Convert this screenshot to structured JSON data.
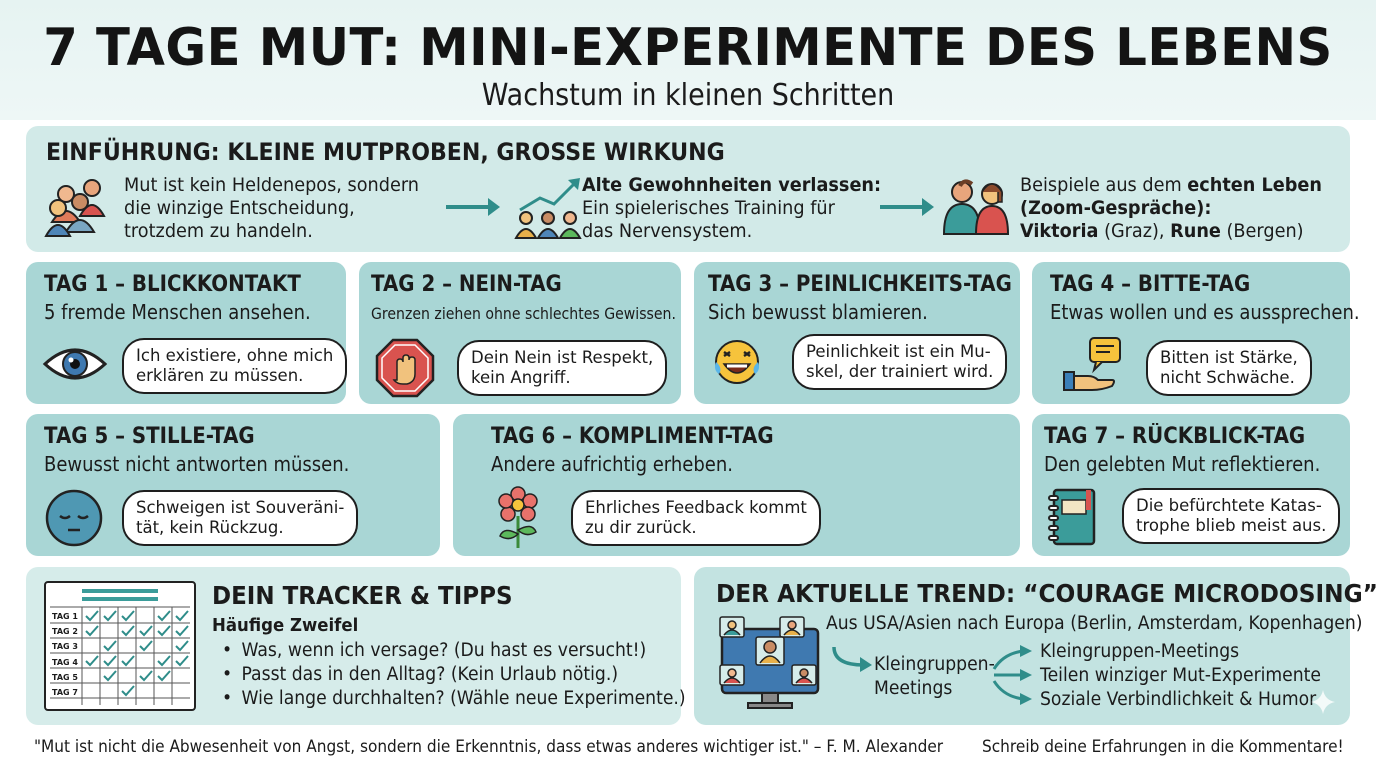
{
  "header": {
    "title": "7 TAGE MUT: MINI-EXPERIMENTE DES LEBENS",
    "subtitle": "Wachstum in kleinen Schritten"
  },
  "intro": {
    "title": "EINFÜHRUNG: KLEINE MUTPROBEN, GROSSE WIRKUNG",
    "col1": [
      "Mut ist kein Heldenepos, sondern",
      "die winzige Entscheidung,",
      "trotzdem zu handeln."
    ],
    "col2_bold": "Alte Gewohnheiten verlassen:",
    "col2": [
      "Ein spielerisches Training für",
      "das Nervensystem."
    ],
    "col3_pre": "Beispiele aus dem ",
    "col3_bold1": "echten Leben",
    "col3_bold2": "(Zoom-Gespräche):",
    "col3_name1": "Viktoria",
    "col3_place1": " (Graz), ",
    "col3_name2": "Rune",
    "col3_place2": " (Bergen)"
  },
  "days": [
    {
      "title": "TAG 1 – BLICKKONTAKT",
      "subtitle": "5 fremde Menschen ansehen.",
      "bubble": [
        "Ich existiere, ohne mich",
        "erklären zu müssen."
      ],
      "icon": "eye-icon"
    },
    {
      "title": "TAG 2 – NEIN-TAG",
      "subtitle": "Grenzen ziehen ohne schlechtes Gewissen.",
      "bubble": [
        "Dein Nein ist Respekt,",
        "kein Angriff."
      ],
      "icon": "stop-hand-icon"
    },
    {
      "title": "TAG 3 – PEINLICHKEITS-TAG",
      "subtitle": "Sich bewusst blamieren.",
      "bubble": [
        "Peinlichkeit ist ein Mu-",
        "skel, der trainiert wird."
      ],
      "icon": "laughing-emoji-icon"
    },
    {
      "title": "TAG 4 – BITTE-TAG",
      "subtitle": "Etwas wollen und es aussprechen.",
      "bubble": [
        "Bitten ist Stärke,",
        "nicht Schwäche."
      ],
      "icon": "hand-speech-bubble-icon"
    },
    {
      "title": "TAG 5 – STILLE-TAG",
      "subtitle": "Bewusst nicht antworten müssen.",
      "bubble": [
        "Schweigen ist Souveräni-",
        "tät, kein Rückzug."
      ],
      "icon": "calm-face-icon"
    },
    {
      "title": "TAG 6 – KOMPLIMENT-TAG",
      "subtitle": "Andere aufrichtig erheben.",
      "bubble": [
        "Ehrliches Feedback kommt",
        "zu dir zurück."
      ],
      "icon": "flower-icon"
    },
    {
      "title": "TAG 7 – RÜCKBLICK-TAG",
      "subtitle": "Den gelebten Mut reflektieren.",
      "bubble": [
        "Die befürchtete Katas-",
        "trophe blieb meist aus."
      ],
      "icon": "journal-icon"
    }
  ],
  "tracker": {
    "title": "DEIN TRACKER & TIPPS",
    "tips_heading": "Häufige Zweifel",
    "tips": [
      "Was, wenn ich versage? (Du hast es versucht!)",
      "Passt das in den Alltag? (Kein Urlaub nötig.)",
      "Wie lange durchhalten? (Wähle neue Experimente.)"
    ],
    "rows": [
      "TAG 1",
      "TAG 2",
      "TAG 3",
      "TAG 4",
      "TAG 5",
      "TAG 7"
    ]
  },
  "trend": {
    "title": "DER AKTUELLE TREND: “COURAGE MICRODOSING”",
    "region": "Aus USA/Asien nach Europa (Berlin, Amsterdam, Kopenhagen)",
    "source": [
      "Kleingruppen-",
      "Meetings"
    ],
    "items": [
      "Kleingruppen-Meetings",
      "Teilen winziger Mut-Experimente",
      "Soziale Verbindlichkeit & Humor"
    ]
  },
  "footer": {
    "quote": "\"Mut ist nicht die Abwesenheit von Angst, sondern die Erkenntnis, dass etwas anderes wichtiger ist.\" – F. M. Alexander",
    "cta": "Schreib deine Erfahrungen in die Kommentare!"
  },
  "colors": {
    "panel": "#a9d6d5",
    "panel_light": "#c3e3e1",
    "intro": "#d2eae8",
    "accent": "#2f8d8a"
  }
}
